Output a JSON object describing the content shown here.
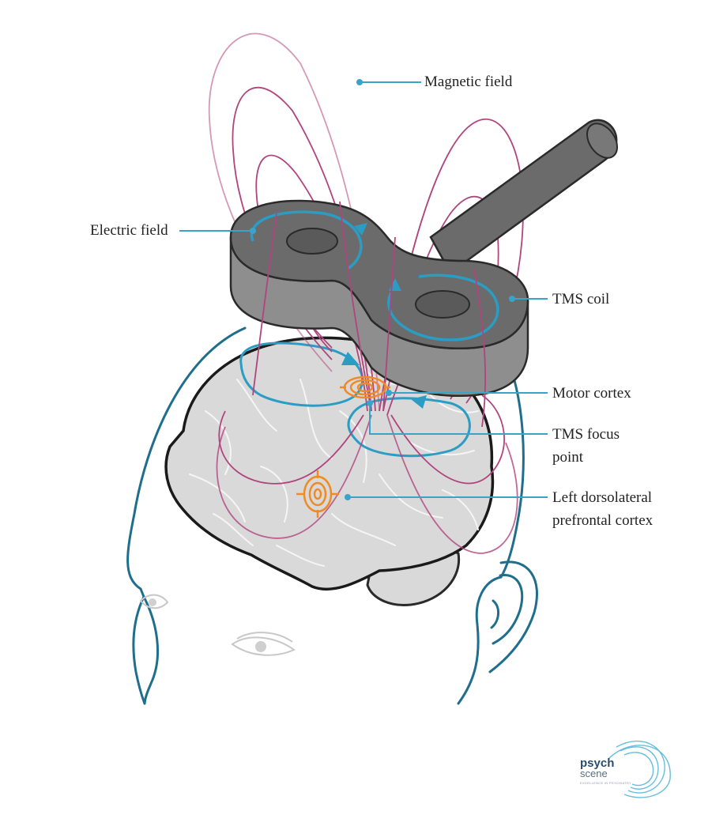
{
  "labels": {
    "magnetic_field": "Magnetic field",
    "electric_field": "Electric field",
    "tms_coil": "TMS coil",
    "motor_cortex": "Motor cortex",
    "tms_focus_point": "TMS focus point",
    "left_dlpfc": "Left dorsolateral prefrontal cortex"
  },
  "logo": {
    "word1": "psych",
    "word2": "scene",
    "tagline": "EXCELLENCE IN PSYCHIATRY"
  },
  "colors": {
    "magnetic_field": "#b0457e",
    "electric_field": "#2b9cc4",
    "head_outline": "#1f6e8c",
    "brain_fill": "#d9d9d9",
    "coil_top": "#6b6b6b",
    "coil_side": "#8e8e8e",
    "target": "#f08a24",
    "leader_line": "#3aa3c9"
  }
}
